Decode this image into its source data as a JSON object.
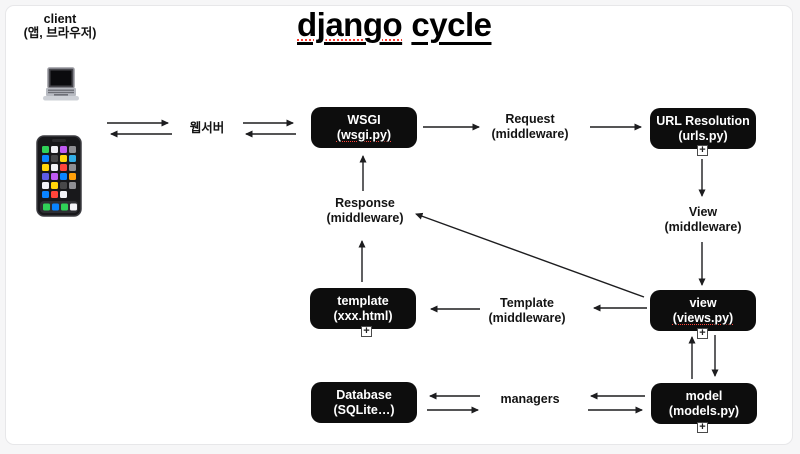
{
  "title": {
    "word_underlined_red": "django",
    "word_rest": "cycle"
  },
  "client": {
    "label": "client",
    "sublabel": "(앱, 브라우저)"
  },
  "labels": {
    "webserver": "웹서버",
    "request_line1": "Request",
    "request_line2": "(middleware)",
    "response_line1": "Response",
    "response_line2": "(middleware)",
    "view_line1": "View",
    "view_line2": "(middleware)",
    "template_line1": "Template",
    "template_line2": "(middleware)",
    "managers": "managers"
  },
  "nodes": {
    "wsgi": {
      "title": "WSGI",
      "subtitle": "(wsgi.py)"
    },
    "url_resolution": {
      "title": "URL Resolution",
      "subtitle": "(urls.py)"
    },
    "template": {
      "title": "template",
      "subtitle": "(xxx.html)"
    },
    "view": {
      "title": "view",
      "subtitle": "(views.py)"
    },
    "database": {
      "title": "Database",
      "subtitle": "(SQLite…)"
    },
    "model": {
      "title": "model",
      "subtitle": "(models.py)"
    }
  },
  "expand_button_glyph": "+",
  "icons": [
    "laptop-icon",
    "smartphone-icon",
    "expand-icon"
  ],
  "colors": {
    "node_bg": "#0d0d0d",
    "node_text": "#ffffff",
    "arrow": "#1d1d1f",
    "spellcheck_red": "#ff3b30",
    "title_underline": "#000000",
    "card_bg": "#ffffff",
    "page_bg": "#f6f6f7"
  }
}
